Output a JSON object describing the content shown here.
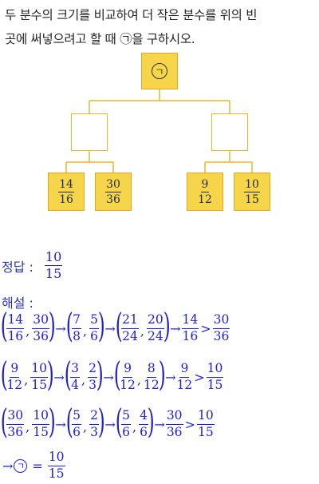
{
  "question": {
    "line1": "두 분수의 크기를 비교하여 더 작은 분수를 위의 빈",
    "line2": "곳에 써넣으려고 할 때 ㉠을 구하시오."
  },
  "tree": {
    "top_symbol": "ㄱ",
    "leaves": [
      {
        "n": "14",
        "d": "16"
      },
      {
        "n": "30",
        "d": "36"
      },
      {
        "n": "9",
        "d": "12"
      },
      {
        "n": "10",
        "d": "15"
      }
    ]
  },
  "answer": {
    "label": "정답 :",
    "value": {
      "n": "10",
      "d": "15"
    }
  },
  "solution": {
    "label": "해설 :",
    "lines": [
      {
        "steps": [
          [
            {
              "n": "14",
              "d": "16"
            },
            {
              "n": "30",
              "d": "36"
            }
          ],
          [
            {
              "n": "7",
              "d": "8"
            },
            {
              "n": "5",
              "d": "6"
            }
          ],
          [
            {
              "n": "21",
              "d": "24"
            },
            {
              "n": "20",
              "d": "24"
            }
          ]
        ],
        "result": [
          {
            "n": "14",
            "d": "16"
          },
          {
            "n": "30",
            "d": "36"
          }
        ]
      },
      {
        "steps": [
          [
            {
              "n": "9",
              "d": "12"
            },
            {
              "n": "10",
              "d": "15"
            }
          ],
          [
            {
              "n": "3",
              "d": "4"
            },
            {
              "n": "2",
              "d": "3"
            }
          ],
          [
            {
              "n": "9",
              "d": "12"
            },
            {
              "n": "8",
              "d": "12"
            }
          ]
        ],
        "result": [
          {
            "n": "9",
            "d": "12"
          },
          {
            "n": "10",
            "d": "15"
          }
        ]
      },
      {
        "steps": [
          [
            {
              "n": "30",
              "d": "36"
            },
            {
              "n": "10",
              "d": "15"
            }
          ],
          [
            {
              "n": "5",
              "d": "6"
            },
            {
              "n": "2",
              "d": "3"
            }
          ],
          [
            {
              "n": "5",
              "d": "6"
            },
            {
              "n": "4",
              "d": "6"
            }
          ]
        ],
        "result": [
          {
            "n": "30",
            "d": "36"
          },
          {
            "n": "10",
            "d": "15"
          }
        ]
      }
    ],
    "final": {
      "symbol": "ㄱ",
      "n": "10",
      "d": "15"
    }
  },
  "symbols": {
    "arrow": "→",
    "gt": ">",
    "comma": ",",
    "eq": "=",
    "lparen": "(",
    "rparen": ")"
  },
  "colors": {
    "box_fill": "#f7d54a",
    "box_border": "#e1a920",
    "text_blue": "#1f1fd8",
    "label_blue": "#2a35b5"
  }
}
